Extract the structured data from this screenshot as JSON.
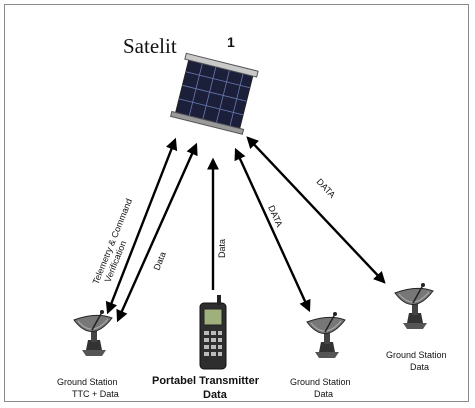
{
  "satellite": {
    "title": "Satelit",
    "number": "1",
    "icon": "satellite-icon"
  },
  "links": {
    "telemetry_line1": "Telemetry & Command",
    "telemetry_line2": "Verification",
    "data_left": "Data",
    "data_center": "Data",
    "data_right1": "DATA",
    "data_right2": "DATA"
  },
  "stations": {
    "gs1_line1": "Ground Station",
    "gs1_line2": "TTC + Data",
    "tx_line1": "Portabel Transmitter",
    "tx_line2": "Data",
    "gs2_line1": "Ground Station",
    "gs2_line2": "Data",
    "gs3_line1": "Ground Station",
    "gs3_line2": "Data"
  },
  "icons": {
    "dish": "satellite-dish-icon",
    "phone": "mobile-phone-icon"
  }
}
